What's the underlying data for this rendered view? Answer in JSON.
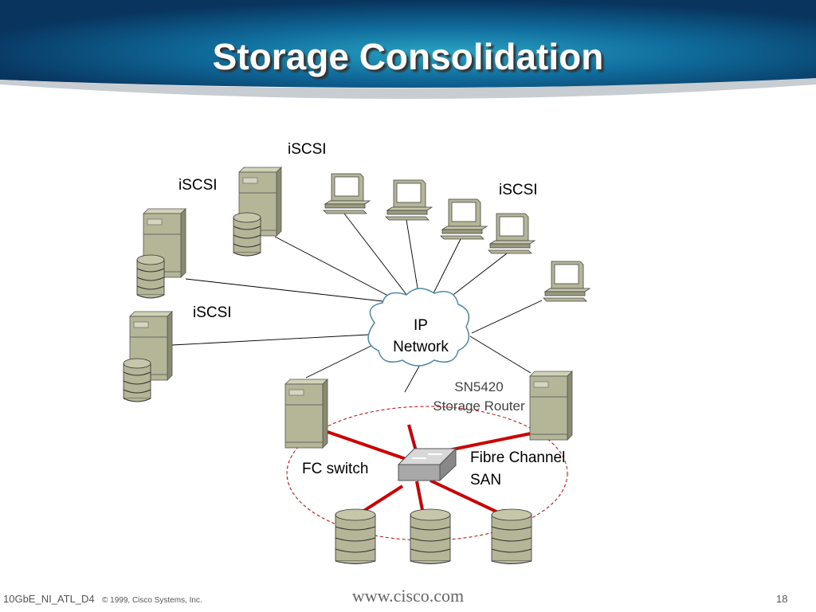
{
  "slide": {
    "title": "Storage Consolidation",
    "footer_left": "10GbE_NI_ATL_D4",
    "copyright": "© 1999, Cisco Systems, Inc.",
    "url": "www.cisco.com",
    "page_number": "18"
  },
  "diagram": {
    "labels": {
      "iscsi_top": "iSCSI",
      "iscsi_left": "iSCSI",
      "iscsi_right": "iSCSI",
      "iscsi_lower": "iSCSI",
      "cloud_line1": "IP",
      "cloud_line2": "Network",
      "router_line1": "SN5420",
      "router_line2": "Storage Router",
      "fc_switch": "FC switch",
      "san_line1": "Fibre Channel",
      "san_line2": "SAN"
    },
    "colors": {
      "device": "#b5b597",
      "device_dark": "#7d7d60",
      "fc_link": "#cc0000",
      "header": "#0c4a7a"
    }
  }
}
